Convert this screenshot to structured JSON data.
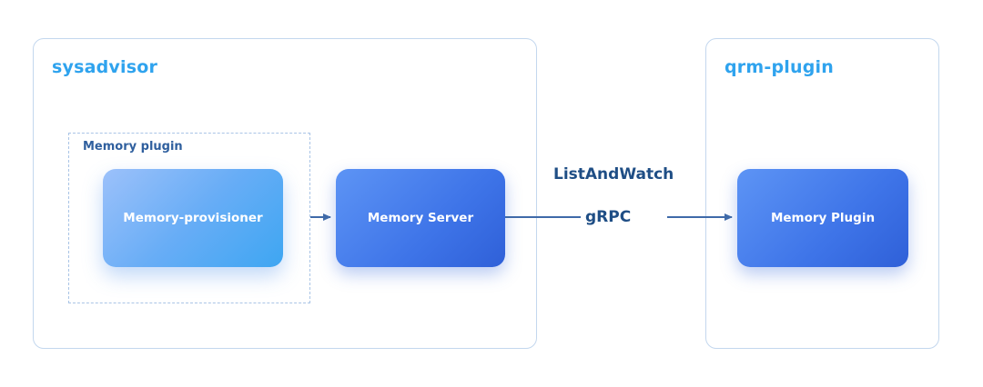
{
  "containers": {
    "sysadvisor": {
      "title": "sysadvisor"
    },
    "qrm_plugin": {
      "title": "qrm-plugin"
    }
  },
  "groups": {
    "memory_plugin": {
      "label": "Memory plugin"
    }
  },
  "nodes": {
    "provisioner": {
      "label": "Memory-provisioner"
    },
    "server": {
      "label": "Memory Server"
    },
    "plugin": {
      "label": "Memory Plugin"
    }
  },
  "edges": {
    "protocol_label": "ListAndWatch",
    "transport_label": "gRPC"
  },
  "colors": {
    "container_title": "#2fa3ee",
    "container_border": "#c3d7ee",
    "edge_label": "#1f4e85",
    "arrow": "#3f6aa9",
    "node_dark_start": "#5d94f5",
    "node_dark_end": "#2f60d8",
    "node_light_start": "#9cc1fa",
    "node_light_end": "#3ea6f2"
  }
}
